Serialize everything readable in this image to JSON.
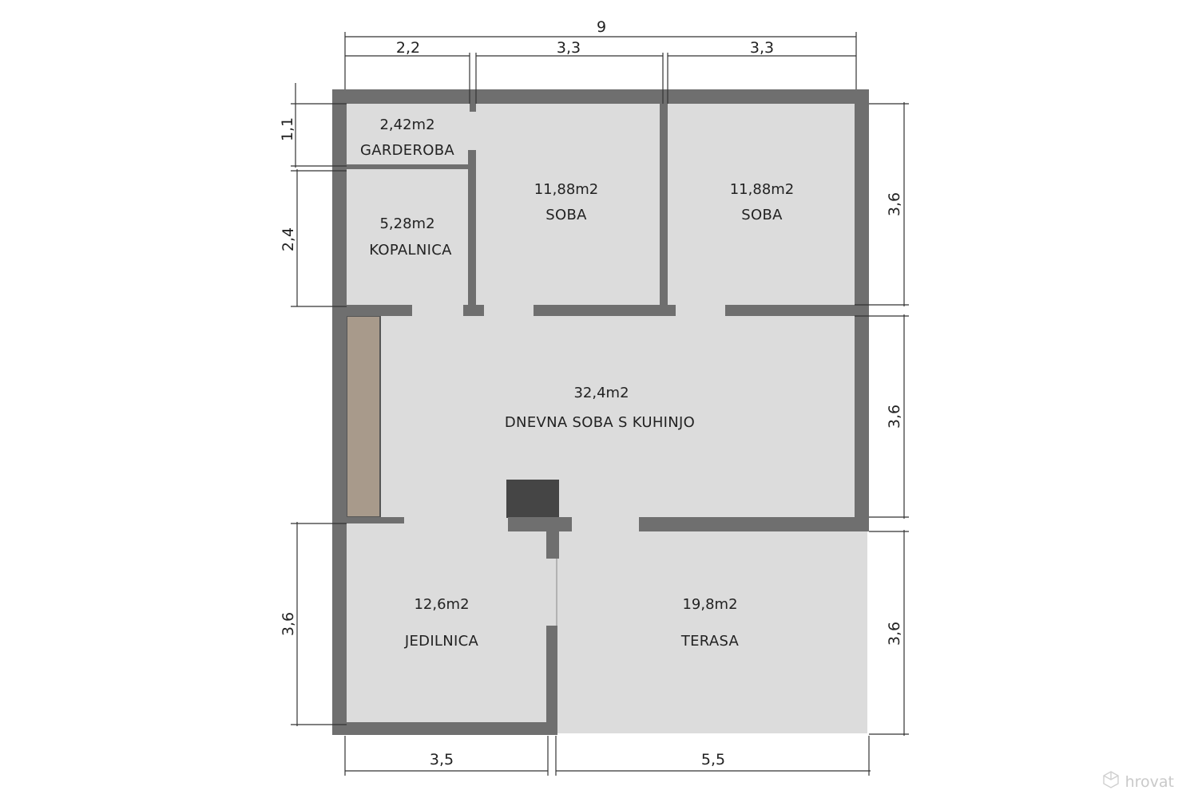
{
  "dimensions": {
    "total_width": "9",
    "top_a": "2,2",
    "top_b": "3,3",
    "top_c": "3,3",
    "left_1": "1,1",
    "left_2": "2,4",
    "left_3": "3,6",
    "right_1": "3,6",
    "right_2": "3,6",
    "right_3": "3,6",
    "bottom_a": "3,5",
    "bottom_b": "5,5"
  },
  "rooms": {
    "garderoba": {
      "area": "2,42m2",
      "name": "GARDEROBA"
    },
    "kopalnica": {
      "area": "5,28m2",
      "name": "KOPALNICA"
    },
    "soba_1": {
      "area": "11,88m2",
      "name": "SOBA"
    },
    "soba_2": {
      "area": "11,88m2",
      "name": "SOBA"
    },
    "dnevna": {
      "area": "32,4m2",
      "name": "DNEVNA SOBA S KUHINJO"
    },
    "jedilnica": {
      "area": "12,6m2",
      "name": "JEDILNICA"
    },
    "terasa": {
      "area": "19,8m2",
      "name": "TERASA"
    }
  },
  "colors": {
    "wall": "#6f6f6f",
    "floor": "#dcdcdc",
    "kitchen_counter": "#a89a8b",
    "stove": "#454545"
  },
  "brand": {
    "icon": "cube-icon",
    "text": "hrovat"
  }
}
